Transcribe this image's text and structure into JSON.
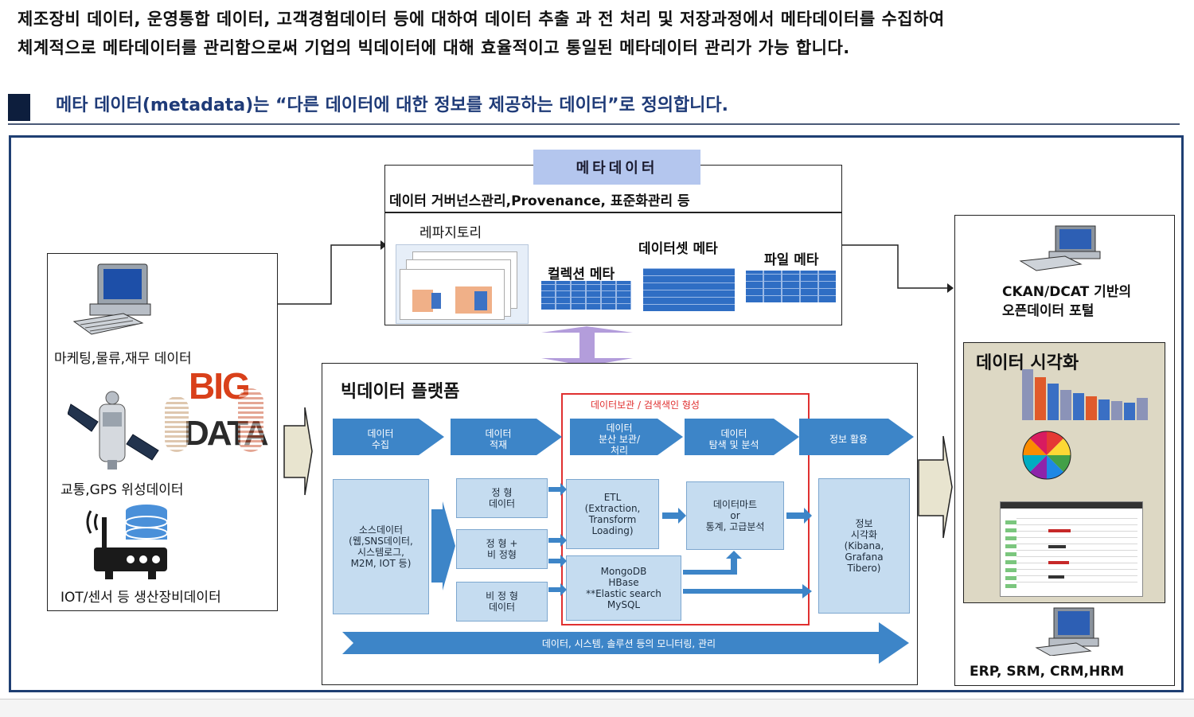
{
  "intro": {
    "line1": "제조장비 데이터, 운영통합 데이터, 고객경험데이터 등에 대하여 데이터 추출 과 전 처리 및 저장과정에서 메타데이터를 수집하여",
    "line2": "체계적으로 메타데이터를 관리함으로써  기업의 빅데이터에 대해 효율적이고 통일된 메타데이터 관리가 가능 합니다."
  },
  "definition": "메타 데이터(metadata)는 “다른 데이터에 대한 정보를 제공하는 데이터”로 정의합니다.",
  "sources": {
    "marketing": "마케팅,물류,재무 데이터",
    "gps": "교통,GPS 위성데이터",
    "iot": "IOT/센서 등 생산장비데이터",
    "bigdata_art": [
      "BIG",
      "DATA"
    ]
  },
  "meta": {
    "title": "메타데이터",
    "governance": "데이터 거버넌스관리,Provenance,  표준화관리 등",
    "repository": "레파지토리",
    "collection": "컬렉션 메타",
    "dataset": "데이터셋 메타",
    "file": "파일 메타"
  },
  "platform": {
    "title": "빅데이터 플랫폼",
    "highlight": "데이터보관 / 검색색인 형성",
    "stages": [
      "데이터\n수집",
      "데이터\n적재",
      "데이터\n분산 보관/\n처리",
      "데이터\n탐색 및 분석",
      "정보 활용"
    ],
    "source_box": "소스데이터\n(웹,SNS데이터,\n시스템로그,\nM2M, IOT 등)",
    "structured": "정 형\n데이터",
    "semi": "정 형 +\n비 정형",
    "unstructured": "비 정 형\n데이터",
    "etl": "ETL\n(Extraction,\nTransform\nLoading)",
    "stores": "MongoDB\nHBase\n**Elastic search\nMySQL",
    "mart": "데이터마트\nor\n통계, 고급분석",
    "viz": "정보\n시각화\n(Kibana,\nGrafana\nTibero)",
    "monitoring": "데이터, 시스템, 솔루션 등의 모니터링, 관리"
  },
  "right": {
    "portal_line1": "CKAN/DCAT 기반의",
    "portal_line2": "오픈데이터 포털",
    "viz_title": "데이터 시각화",
    "erp": "ERP, SRM, CRM,HRM"
  },
  "colors": {
    "accent": "#1f3f73",
    "arrow": "#3d85c8",
    "light_box": "#c5dcf0",
    "highlight": "#e03030",
    "meta_header": "#b4c6ee",
    "viz_bg": "#ddd8c4"
  }
}
